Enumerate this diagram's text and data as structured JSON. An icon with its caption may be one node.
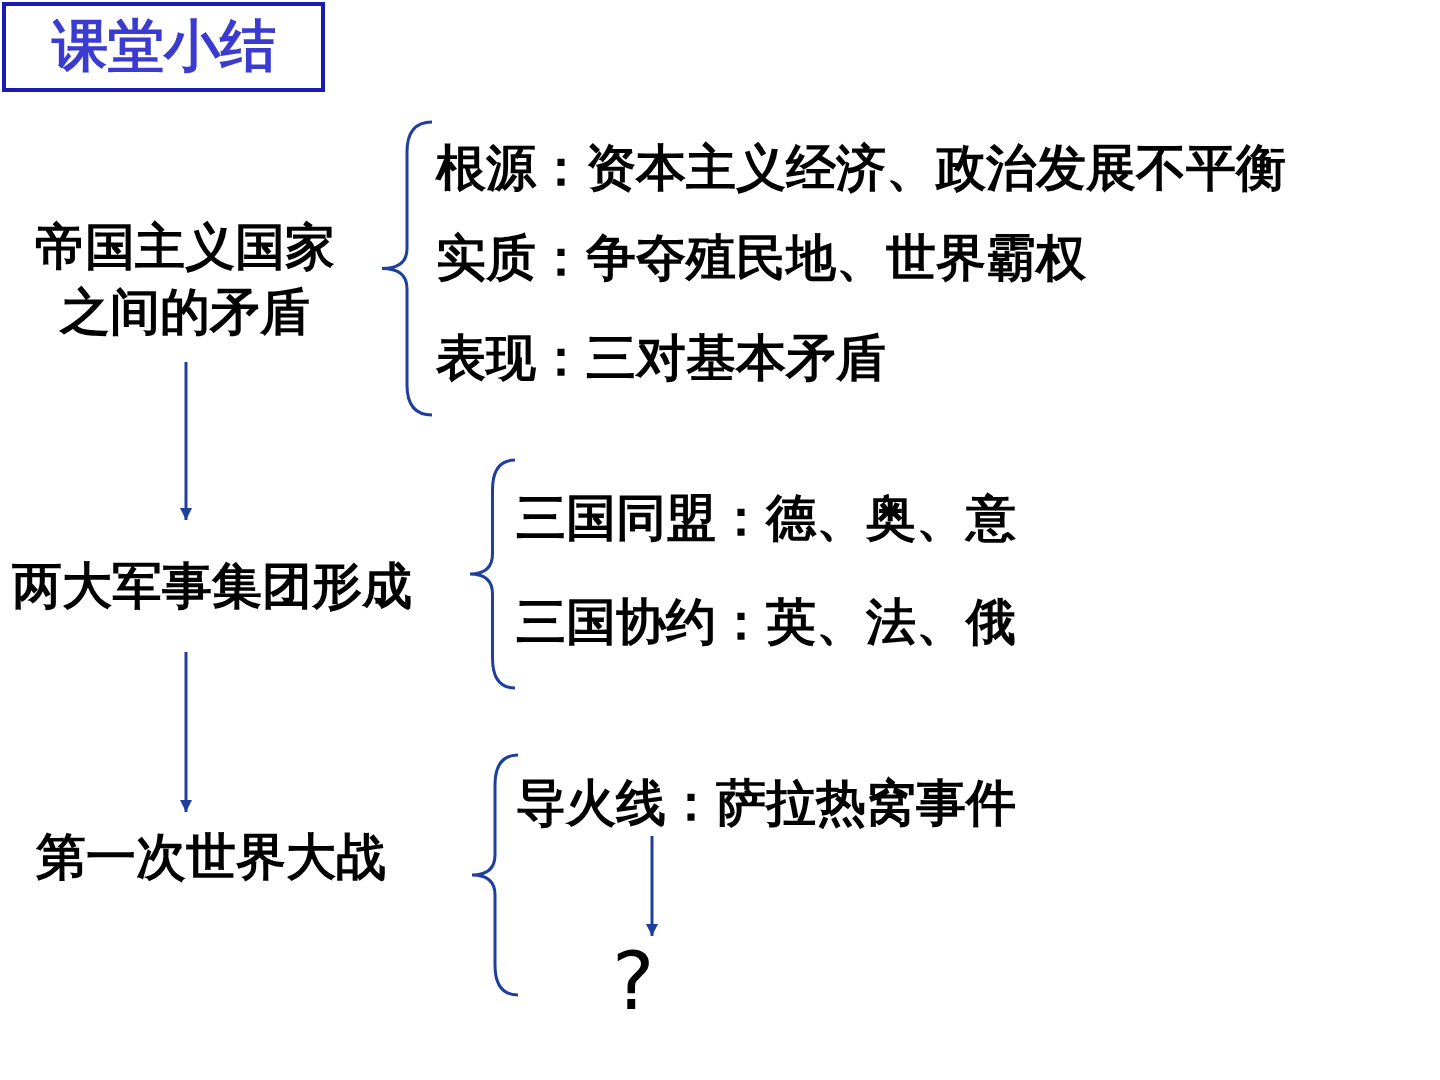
{
  "diagram": {
    "title": "课堂小结",
    "nodes": [
      {
        "text": [
          "帝国主义国家之间的矛盾"
        ]
      },
      {
        "text": [
          "根源：资本主义经济、政治发展不平衡"
        ]
      },
      {
        "text": [
          "实质：争夺殖民地、世界霸权"
        ]
      },
      {
        "text": [
          "表现：三对基本矛盾"
        ]
      },
      {
        "text": [
          "两大军事集团形成"
        ]
      },
      {
        "text": [
          "三国同盟：德、奥、意"
        ]
      },
      {
        "text": [
          "三国协约：英、法、俄"
        ]
      },
      {
        "text": [
          "第一次世界大战"
        ]
      },
      {
        "text": [
          "导火线：萨拉热窝事件"
        ]
      },
      {
        "text": [
          "?"
        ]
      }
    ],
    "edges": [
      {
        "from": 0,
        "to": 4,
        "arrow": "to"
      },
      {
        "from": 4,
        "to": 7,
        "arrow": "to"
      },
      {
        "from": 8,
        "to": 9,
        "arrow": "to"
      }
    ]
  }
}
